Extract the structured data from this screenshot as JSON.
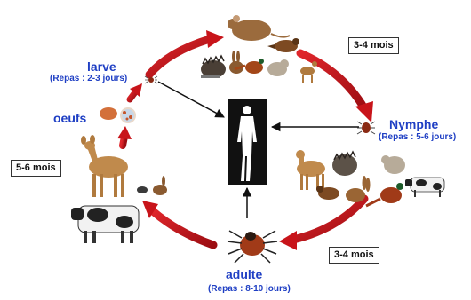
{
  "colors": {
    "arrow": "#c8141a",
    "label": "#1f3fc4",
    "human": "#111111",
    "tick": "#8a2a14"
  },
  "stages": {
    "larve": {
      "name": "larve",
      "meal": "(Repas : 2-3 jours)"
    },
    "oeufs": {
      "name": "oeufs"
    },
    "nymphe": {
      "name": "Nymphe",
      "meal": "(Repas : 5-6 jours)"
    },
    "adulte": {
      "name": "adulte",
      "meal": "(Repas : 8-10 jours)"
    }
  },
  "durations": {
    "top_right": "3-4 mois",
    "left": "5-6 mois",
    "bottom_right": "3-4 mois"
  },
  "hosts": {
    "larve": [
      "mouse-icon",
      "hedgehog-icon",
      "hare-icon",
      "bird-icon",
      "pheasant-icon",
      "rabbit-icon",
      "deer-icon"
    ],
    "nymphe": [
      "deer-icon",
      "hedgehog-icon",
      "rabbit-icon",
      "bird-icon",
      "hare-icon",
      "pheasant-icon",
      "cow-icon"
    ],
    "adulte": [
      "deer-icon",
      "cow-icon",
      "hare-icon"
    ]
  },
  "center": {
    "icon": "human-silhouette-icon"
  }
}
